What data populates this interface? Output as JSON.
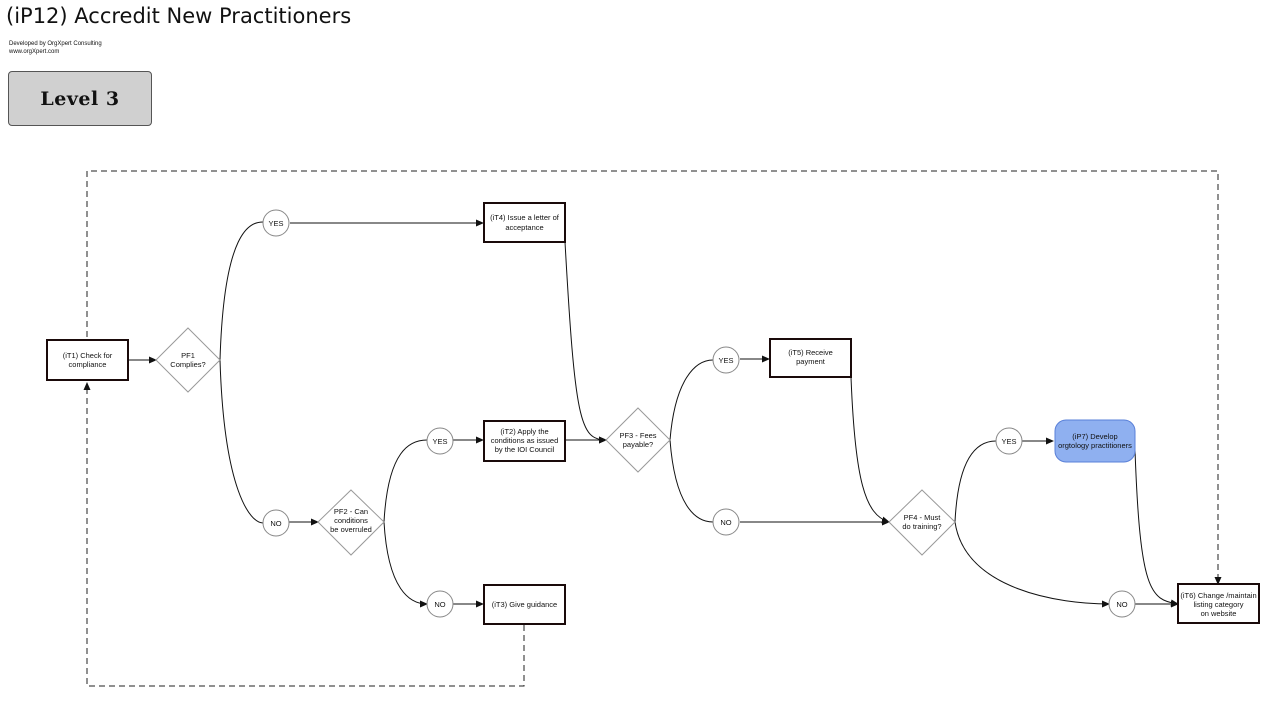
{
  "title": "(iP12) Accredit New Practitioners",
  "credit": {
    "line1": "Developed by OrgXpert Consulting",
    "line2": "www.orgXpert.com"
  },
  "level_label": "Level 3",
  "tasks": {
    "iT1": [
      "(iT1) Check for",
      "compliance"
    ],
    "iT4": [
      "(iT4) Issue a letter of",
      "acceptance"
    ],
    "iT2": [
      "(iT2) Apply the",
      "conditions as issued",
      "by the IOI Council"
    ],
    "iT3": [
      "(iT3) Give guidance"
    ],
    "iT5": [
      "(iT5) Receive",
      "payment"
    ],
    "iT6": [
      "(iT6) Change /maintain",
      "listing category",
      "on website"
    ],
    "iP7": [
      "(iP7) Develop",
      "orgtology practitioners"
    ]
  },
  "decisions": {
    "PF1": [
      "PF1",
      "Complies?"
    ],
    "PF2": [
      "PF2 - Can",
      "conditions",
      "be overruled"
    ],
    "PF3": [
      "PF3 - Fees",
      "payable?"
    ],
    "PF4": [
      "PF4 - Must",
      "do training?"
    ]
  },
  "outcomes": {
    "yes": "YES",
    "no": "NO"
  },
  "colors": {
    "subprocess_fill": "#8fb0f0",
    "subprocess_border": "#5a80d8",
    "box_border": "#1a0a0a",
    "level_fill": "#d0d0d0"
  }
}
